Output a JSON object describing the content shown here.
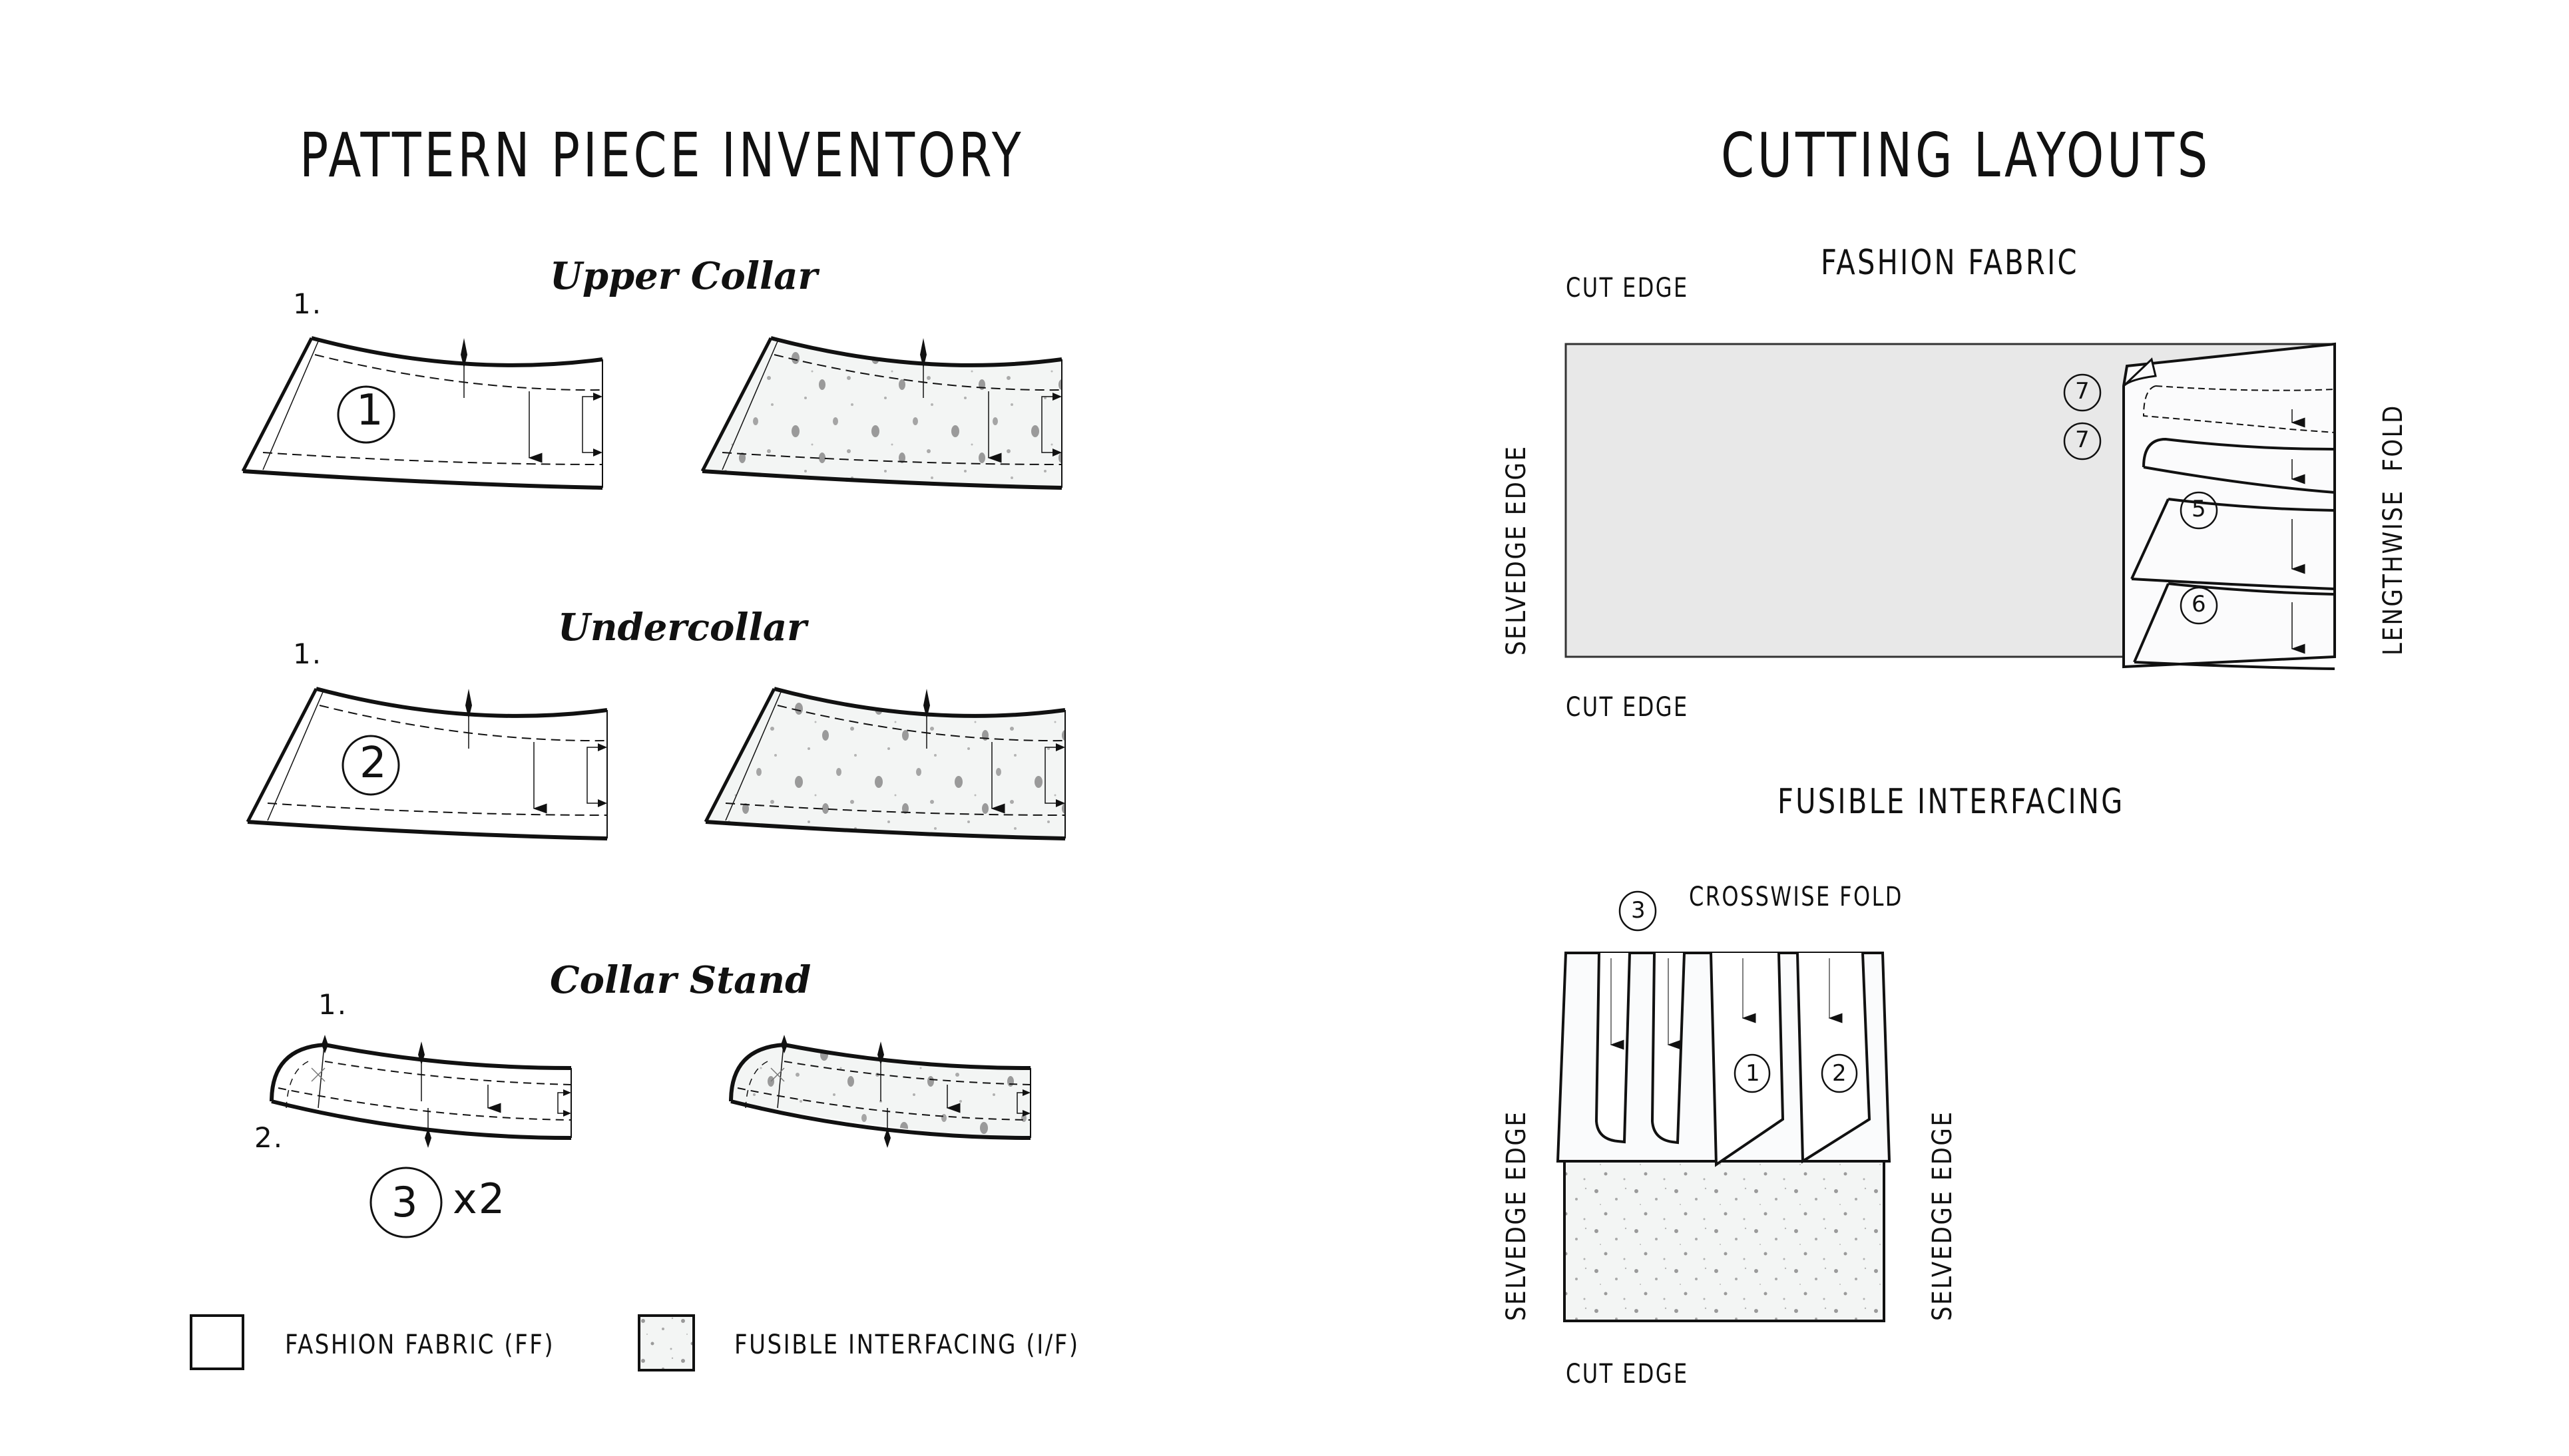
{
  "inventory": {
    "title": "PATTERN PIECE INVENTORY",
    "pieces": [
      {
        "name": "Upper Collar",
        "number": "1",
        "notch_labels": [
          "1."
        ]
      },
      {
        "name": "Undercollar",
        "number": "2",
        "notch_labels": [
          "1."
        ]
      },
      {
        "name": "Collar Stand",
        "number": "3",
        "quantity": "x2",
        "notch_labels": [
          "1.",
          "2."
        ]
      }
    ],
    "legend": [
      {
        "label": "FASHION FABRIC (FF)",
        "swatch": "plain",
        "color": "#ffffff"
      },
      {
        "label": "FUSIBLE INTERFACING (I/F)",
        "swatch": "speckled",
        "color": "#f3f5f4"
      }
    ]
  },
  "layouts": {
    "title": "CUTTING LAYOUTS",
    "fashion_fabric": {
      "title": "FASHION FABRIC",
      "cut_edge_top": "CUT EDGE",
      "cut_edge_bottom": "CUT EDGE",
      "selvedge_label": "SELVEDGE EDGE",
      "fold_label": "LENGTHWISE  FOLD",
      "piece_numbers": [
        "7",
        "7",
        "5",
        "6"
      ],
      "fabric_color": "#e8e8e8"
    },
    "fusible_interfacing": {
      "title": "FUSIBLE INTERFACING",
      "fold_label": "CROSSWISE FOLD",
      "fold_piece_number": "3",
      "selvedge_left": "SELVEDGE EDGE",
      "selvedge_right": "SELVEDGE EDGE",
      "cut_edge": "CUT EDGE",
      "piece_numbers": [
        "1",
        "2"
      ],
      "fabric_color": "#f3f5f4"
    }
  },
  "colors": {
    "ink": "#111111",
    "speckle": "#9a9a9a",
    "fabric_grey": "#e8e8e8",
    "interfacing": "#f3f5f4"
  }
}
